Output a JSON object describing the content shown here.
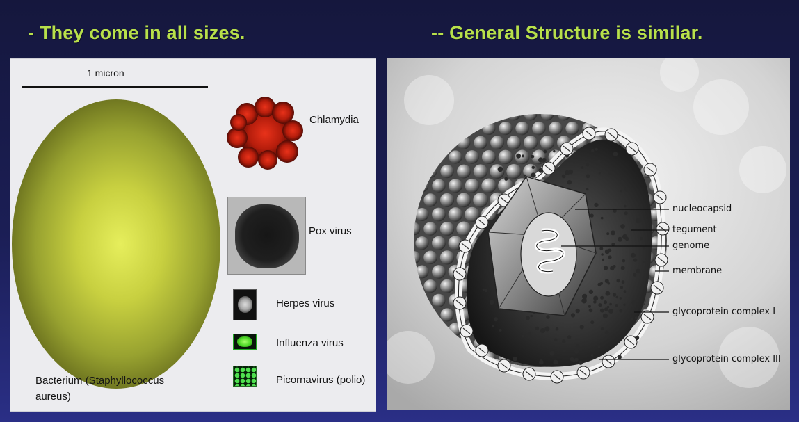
{
  "headings": {
    "left": "- They come in all sizes.",
    "right": "-- General Structure is similar."
  },
  "size_panel": {
    "scale_label": "1 micron",
    "bacterium_label_line1": "Bacterium (Staphyllococcus",
    "bacterium_label_line2": "aureus)",
    "organisms": {
      "chlamydia": "Chlamydia",
      "pox": "Pox virus",
      "herpes": "Herpes virus",
      "influenza": "Influenza virus",
      "picornavirus": "Picornavirus (polio)"
    }
  },
  "structure_panel": {
    "callouts": {
      "nucleocapsid": "nucleocapsid",
      "tegument": "tegument",
      "genome": "genome",
      "membrane": "membrane",
      "gc1": "glycoprotein complex I",
      "gc3": "glycoprotein complex III"
    }
  },
  "colors": {
    "heading": "#b8e04a",
    "background": "#1b1e55",
    "bacterium": "#c8d040",
    "chlamydia": "#c0220e"
  }
}
